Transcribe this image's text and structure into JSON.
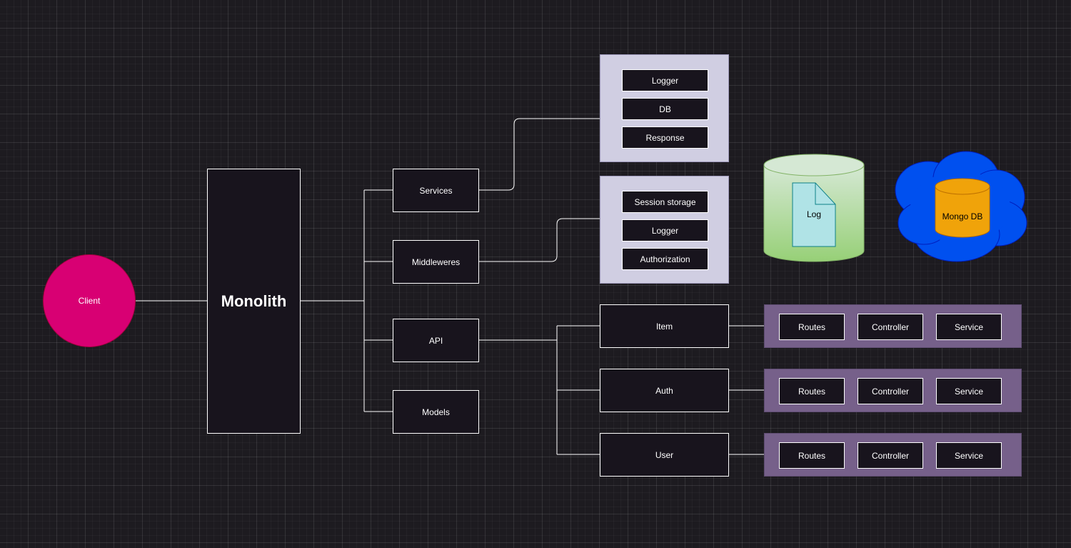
{
  "client": {
    "label": "Client"
  },
  "monolith": {
    "label": "Monolith"
  },
  "modules": {
    "services": "Services",
    "middlewares": "Middleweres",
    "api": "API",
    "models": "Models"
  },
  "services_group": {
    "items": [
      "Logger",
      "DB",
      "Response"
    ]
  },
  "middlewares_group": {
    "items": [
      "Session storage",
      "Logger",
      "Authorization"
    ]
  },
  "api_endpoints": {
    "item": {
      "label": "Item",
      "parts": [
        "Routes",
        "Controller",
        "Service"
      ]
    },
    "auth": {
      "label": "Auth",
      "parts": [
        "Routes",
        "Controller",
        "Service"
      ]
    },
    "user": {
      "label": "User",
      "parts": [
        "Routes",
        "Controller",
        "Service"
      ]
    }
  },
  "storage": {
    "log_db": {
      "label": "Log"
    },
    "mongo_db": {
      "label": "Mongo DB"
    }
  },
  "colors": {
    "background": "#1d1b20",
    "client_fill": "#d80073",
    "group_light_fill": "#d0cee2",
    "group_purple_fill": "#76608a",
    "log_cylinder_top": "#d5e8d4",
    "log_cylinder_bottom": "#97d077",
    "log_document_fill": "#b0e3e6",
    "cloud_fill": "#0050ef",
    "mongo_cylinder_fill": "#f0a30a"
  }
}
